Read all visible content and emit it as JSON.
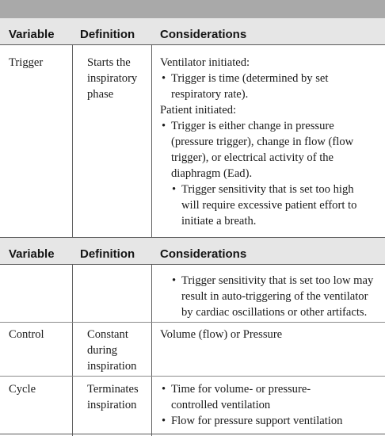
{
  "headers": {
    "variable": "Variable",
    "definition": "Definition",
    "considerations": "Considerations"
  },
  "bullet": "•",
  "rows": {
    "trigger": {
      "variable": "Trigger",
      "definition": [
        "Starts the",
        "inspiratory",
        "phase"
      ],
      "considerations": {
        "ventilator_label": "Ventilator initiated:",
        "ventilator_bullet": [
          "Trigger is time (determined by set",
          "respiratory rate)."
        ],
        "patient_label": "Patient initiated:",
        "patient_bullet": [
          "Trigger is either change in pressure",
          "(pressure trigger), change in flow (flow",
          "trigger), or electrical activity of the",
          "diaphragm (Ead)."
        ],
        "sensitivity_high": [
          "Trigger sensitivity that is set too high",
          "will require excessive patient effort to",
          "initiate a breath."
        ]
      }
    },
    "trigger_cont": {
      "sensitivity_low": [
        "Trigger sensitivity that is set too low may",
        "result in auto-triggering of the ventilator",
        "by cardiac oscillations or other artifacts."
      ]
    },
    "control": {
      "variable": "Control",
      "definition": [
        "Constant",
        "during",
        "inspiration"
      ],
      "considerations": "Volume (flow) or Pressure"
    },
    "cycle": {
      "variable": "Cycle",
      "definition": [
        "Terminates",
        "inspiration"
      ],
      "considerations": {
        "bullet_1": [
          "Time for volume- or pressure-",
          "controlled ventilation"
        ],
        "bullet_2": "Flow for pressure support ventilation"
      }
    }
  }
}
